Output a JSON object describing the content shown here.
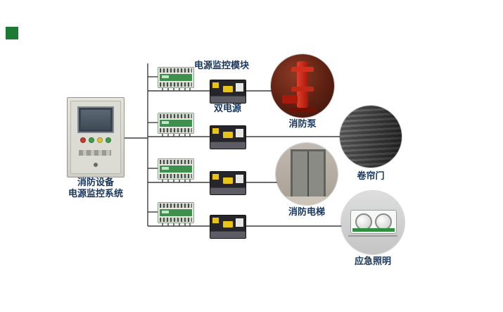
{
  "system": {
    "title_line1": "消防设备",
    "title_line2": "电源监控系统"
  },
  "labels": {
    "power_module": "电源监控模块",
    "dual_power": "双电源"
  },
  "devices": [
    {
      "id": "fire-pump",
      "label": "消防泵"
    },
    {
      "id": "shutter-door",
      "label": "卷帘门"
    },
    {
      "id": "fire-elevator",
      "label": "消防电梯"
    },
    {
      "id": "emergency-lighting",
      "label": "应急照明"
    }
  ],
  "colors": {
    "label_text": "#17365d",
    "wire": "#3f3f3f",
    "marker_green": "#1d7a33",
    "module_green": "#3f8f4e",
    "ats_yellow": "#e9c418",
    "pump_red": "#c41e12"
  }
}
